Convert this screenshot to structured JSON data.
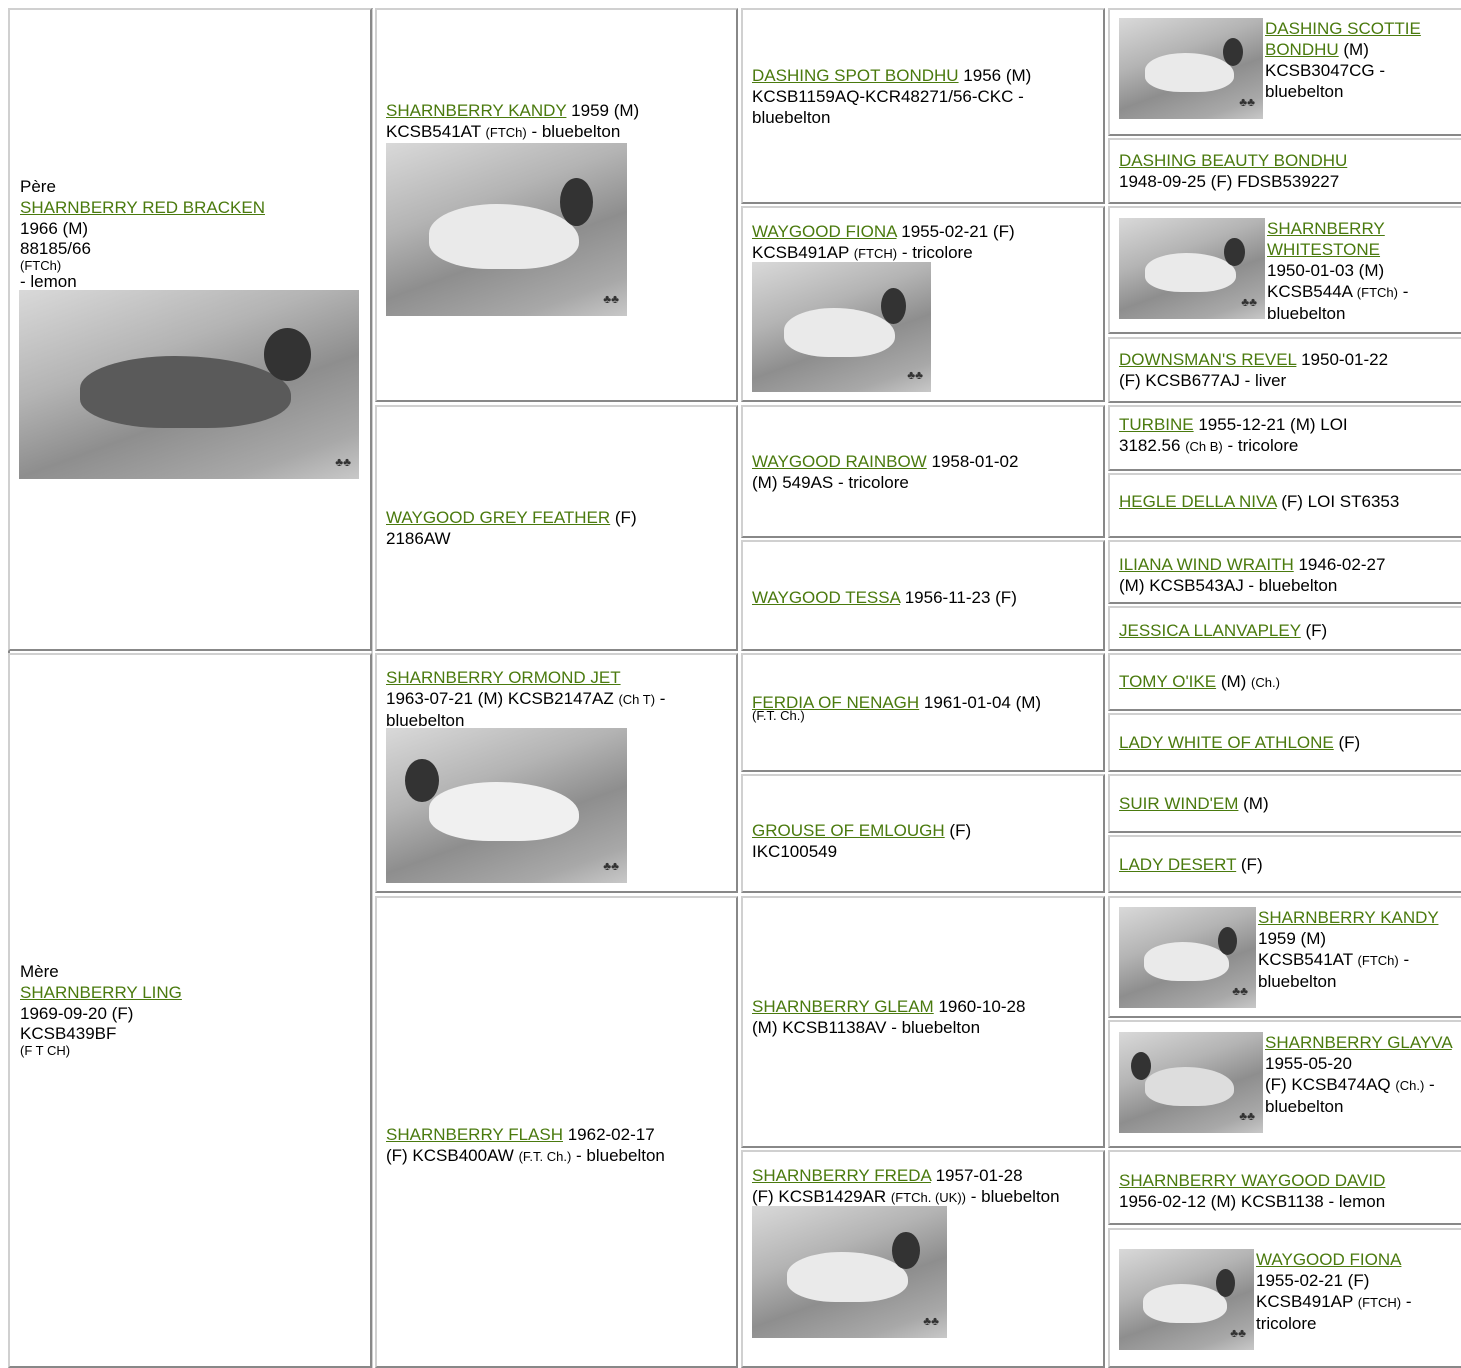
{
  "sire": {
    "role": "Père",
    "name": "SHARNBERRY RED BRACKEN",
    "year": "1966 (M)",
    "reg": "88185/66",
    "title": "(FTCh)",
    "color": "- lemon"
  },
  "dam": {
    "role": "Mère",
    "name": "SHARNBERRY LING",
    "date": "1969-09-20 (F)",
    "reg": "KCSB439BF",
    "title": "(F T CH)"
  },
  "g2": [
    {
      "name": "SHARNBERRY KANDY",
      "pre": " 1959 (M)",
      "reg": "KCSB541AT",
      "title": "(FTCh)",
      "post": " - bluebelton"
    },
    {
      "name": "WAYGOOD GREY FEATHER",
      "pre": " (F)",
      "reg": "2186AW",
      "title": "",
      "post": ""
    },
    {
      "name": "SHARNBERRY ORMOND JET",
      "pre": "",
      "reg": "1963-07-21 (M) KCSB2147AZ",
      "title": "(Ch T)",
      "post": " - bluebelton"
    },
    {
      "name": "SHARNBERRY FLASH",
      "pre": " 1962-02-17",
      "reg": "(F) KCSB400AW",
      "title": "(F.T. Ch.)",
      "post": " - bluebelton"
    }
  ],
  "g3": [
    {
      "name": "DASHING SPOT BONDHU",
      "pre": " 1956 (M)",
      "reg": "KCSB1159AQ-KCR48271/56-CKC -",
      "title": "",
      "post": "bluebelton"
    },
    {
      "name": "WAYGOOD FIONA",
      "pre": " 1955-02-21 (F)",
      "reg": "KCSB491AP",
      "title": "(FTCH)",
      "post": " - tricolore"
    },
    {
      "name": "WAYGOOD RAINBOW",
      "pre": " 1958-01-02",
      "reg": "(M) 549AS - tricolore",
      "title": "",
      "post": ""
    },
    {
      "name": "WAYGOOD TESSA",
      "pre": " 1956-11-23 (F)",
      "reg": "",
      "title": "",
      "post": ""
    },
    {
      "name": "FERDIA OF NENAGH",
      "pre": " 1961-01-04 (M)",
      "reg": "",
      "title": "(F.T. Ch.)",
      "post": ""
    },
    {
      "name": "GROUSE OF EMLOUGH",
      "pre": " (F)",
      "reg": "IKC100549",
      "title": "",
      "post": ""
    },
    {
      "name": "SHARNBERRY GLEAM",
      "pre": " 1960-10-28",
      "reg": "(M) KCSB1138AV - bluebelton",
      "title": "",
      "post": ""
    },
    {
      "name": "SHARNBERRY FREDA",
      "pre": " 1957-01-28",
      "reg": "(F) KCSB1429AR",
      "title": "(FTCh. (UK))",
      "post": " - bluebelton"
    }
  ],
  "g4": [
    {
      "name": "DASHING SCOTTIE BONDHU",
      "pre": " (M)",
      "text": "KCSB3047CG - bluebelton",
      "title": ""
    },
    {
      "name": "DASHING BEAUTY BONDHU",
      "pre": "",
      "text": "1948-09-25 (F) FDSB539227",
      "title": ""
    },
    {
      "name": "SHARNBERRY WHITESTONE",
      "pre": "",
      "text": "1950-01-03 (M) KCSB544A",
      "title": "(FTCh)",
      "post": " - bluebelton"
    },
    {
      "name": "DOWNSMAN'S REVEL",
      "pre": " 1950-01-22",
      "text": "(F) KCSB677AJ - liver",
      "title": ""
    },
    {
      "name": "TURBINE",
      "pre": " 1955-12-21 (M) LOI",
      "text": "3182.56",
      "title": "(Ch B)",
      "post": " - tricolore"
    },
    {
      "name": "HEGLE DELLA NIVA",
      "pre": " (F) LOI ST6353",
      "text": "",
      "title": ""
    },
    {
      "name": "ILIANA WIND WRAITH",
      "pre": " 1946-02-27",
      "text": "(M) KCSB543AJ - bluebelton",
      "title": ""
    },
    {
      "name": "JESSICA LLANVAPLEY",
      "pre": " (F)",
      "text": "",
      "title": ""
    },
    {
      "name": "TOMY O'IKE",
      "pre": " (M)",
      "text": "",
      "title": "(Ch.)"
    },
    {
      "name": "LADY WHITE OF ATHLONE",
      "pre": " (F)",
      "text": "",
      "title": ""
    },
    {
      "name": "SUIR WIND'EM",
      "pre": " (M)",
      "text": "",
      "title": ""
    },
    {
      "name": "LADY DESERT",
      "pre": " (F)",
      "text": "",
      "title": ""
    },
    {
      "name": "SHARNBERRY KANDY",
      "pre": " 1959 (M)",
      "text": "KCSB541AT",
      "title": "(FTCh)",
      "post": " - bluebelton"
    },
    {
      "name": "SHARNBERRY GLAYVA",
      "pre": " 1955-05-20",
      "text": "(F) KCSB474AQ",
      "title": "(Ch.)",
      "post": " - bluebelton"
    },
    {
      "name": "SHARNBERRY WAYGOOD DAVID",
      "pre": "",
      "text": "1956-02-12 (M) KCSB1138 - lemon",
      "title": ""
    },
    {
      "name": "WAYGOOD FIONA",
      "pre": "",
      "text": "1955-02-21 (F) KCSB491AP",
      "title": "(FTCH)",
      "post": " - tricolore"
    }
  ]
}
